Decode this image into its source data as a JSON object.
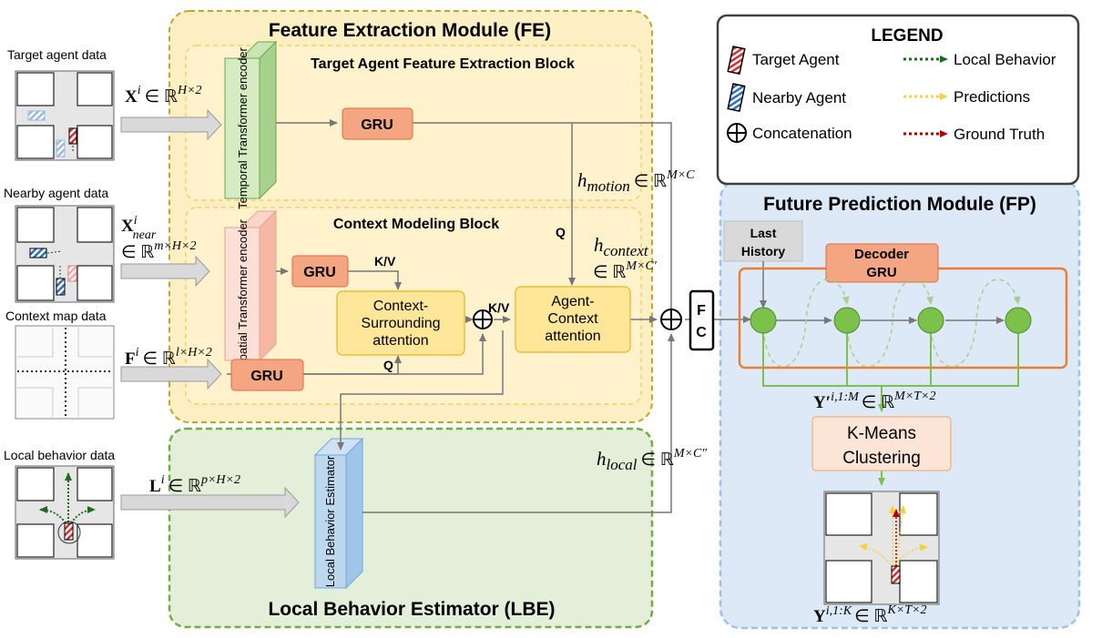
{
  "inputs": {
    "target_label": "Target agent data",
    "target_math": "X",
    "target_sup": "i",
    "target_set": "∈ ℝ",
    "target_dim": "H×2",
    "nearby_label": "Nearby agent data",
    "nearby_math": "X",
    "nearby_sup": "i",
    "nearby_sub": "near",
    "nearby_set": "∈ ℝ",
    "nearby_dim": "m×H×2",
    "context_label": "Context map data",
    "context_math": "F",
    "context_sup": "i",
    "context_set": "∈ ℝ",
    "context_dim": "l×H×2",
    "local_label": "Local behavior data",
    "local_math": "L",
    "local_sup": "i",
    "local_set": "∈ ℝ",
    "local_dim": "p×H×2"
  },
  "fe": {
    "title": "Feature Extraction Module (FE)",
    "target_block_title": "Target Agent  Feature Extraction Block",
    "context_block_title": "Context Modeling Block",
    "temporal_encoder": "Temporal Transformer encoder",
    "spatial_encoder": "Spatial Transformer encoder",
    "gru": "GRU",
    "kv": "K/V",
    "q": "Q",
    "context_surrounding_1": "Context-",
    "context_surrounding_2": "Surrounding",
    "context_surrounding_3": "attention",
    "agent_context_1": "Agent-",
    "agent_context_2": "Context",
    "agent_context_3": "attention",
    "h_motion": "h",
    "h_motion_sub": "motion",
    "h_motion_set": "∈ ℝ",
    "h_motion_dim": "M×C",
    "h_context": "h",
    "h_context_sub": "context",
    "h_context_set": "∈ ℝ",
    "h_context_dim": "M×C′"
  },
  "lbe": {
    "title": "Local Behavior Estimator (LBE)",
    "estimator": "Local Behavior Estimator",
    "h_local": "h",
    "h_local_sub": "local",
    "h_local_set": "∈ ℝ",
    "h_local_dim": "M×C″"
  },
  "fc": {
    "label_f": "F",
    "label_c": "C"
  },
  "fp": {
    "title": "Future Prediction Module (FP)",
    "last_history_1": "Last",
    "last_history_2": "History",
    "decoder_1": "Decoder",
    "decoder_2": "GRU",
    "y_prime": "Y′",
    "y_prime_sup": "i,1:M",
    "y_prime_set": "∈ ℝ",
    "y_prime_dim": "M×T×2",
    "kmeans_1": "K-Means",
    "kmeans_2": "Clustering",
    "y": "Y",
    "y_sup": "i,1:K",
    "y_set": "∈ ℝ",
    "y_dim": "K×T×2"
  },
  "legend": {
    "title": "LEGEND",
    "target_agent": "Target Agent",
    "nearby_agent": "Nearby Agent",
    "concatenation": "Concatenation",
    "local_behavior": "Local Behavior",
    "predictions": "Predictions",
    "ground_truth": "Ground Truth"
  },
  "colors": {
    "fe_fill": "#fdefc4",
    "fe_border": "#c9a227",
    "lbe_fill": "#e3efd8",
    "lbe_border": "#70ad47",
    "fp_fill": "#dde9f6",
    "fp_border": "#9dc3e6",
    "gru_fill": "#f4a582",
    "attn_fill": "#ffe699",
    "node_fill": "#7cc14a",
    "decoder_border": "#ed7d31"
  }
}
